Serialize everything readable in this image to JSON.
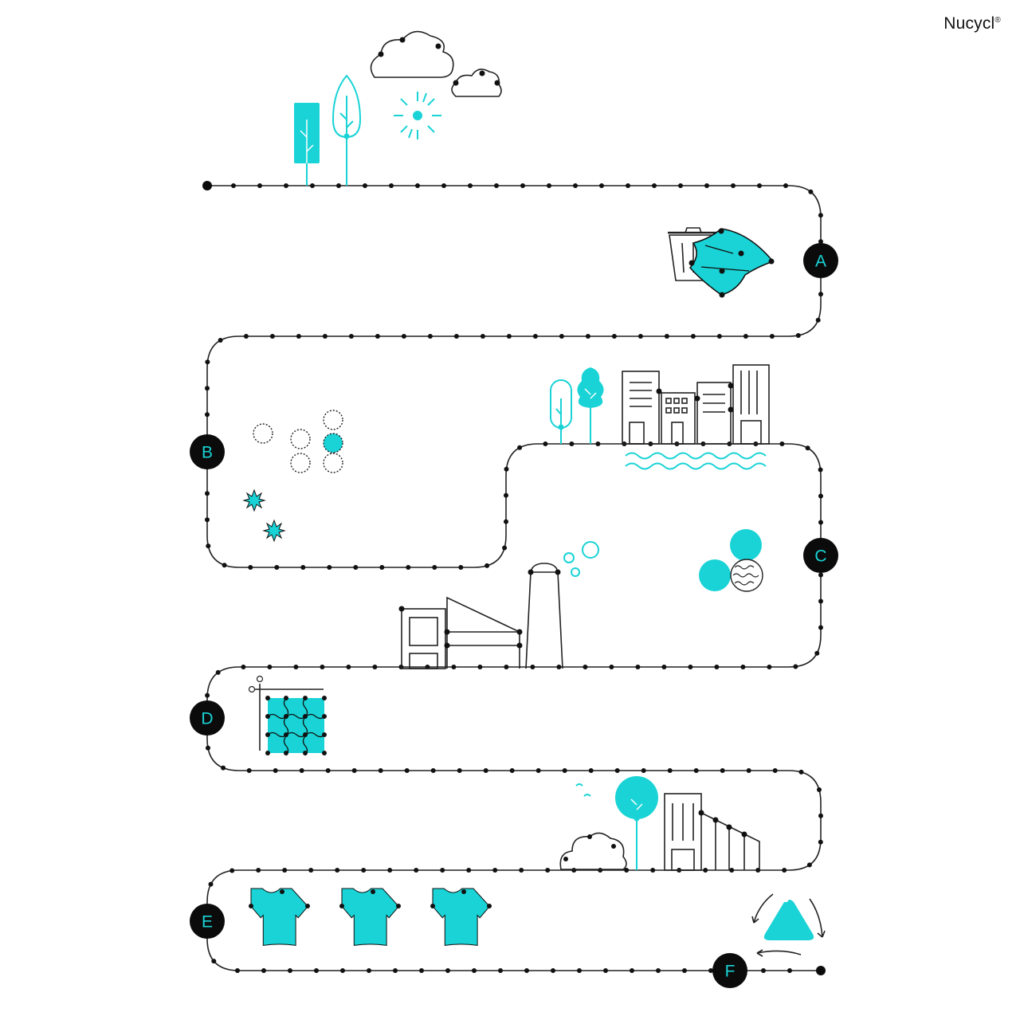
{
  "brand": {
    "name": "Nucycl",
    "mark": "®"
  },
  "colors": {
    "accent": "#19d3d6",
    "line": "#222222",
    "marker_bg": "#0b0b0b"
  },
  "steps": [
    {
      "id": "A",
      "label": "A",
      "icon": "trash-bin-with-textile-icon"
    },
    {
      "id": "B",
      "label": "B",
      "icon": "molecules-icon"
    },
    {
      "id": "C",
      "label": "C",
      "icon": "fiber-balls-icon"
    },
    {
      "id": "D",
      "label": "D",
      "icon": "fabric-swatch-icon"
    },
    {
      "id": "E",
      "label": "E",
      "icon": "tshirts-icon"
    },
    {
      "id": "F",
      "label": "F",
      "icon": "recycle-triangle-icon"
    }
  ]
}
